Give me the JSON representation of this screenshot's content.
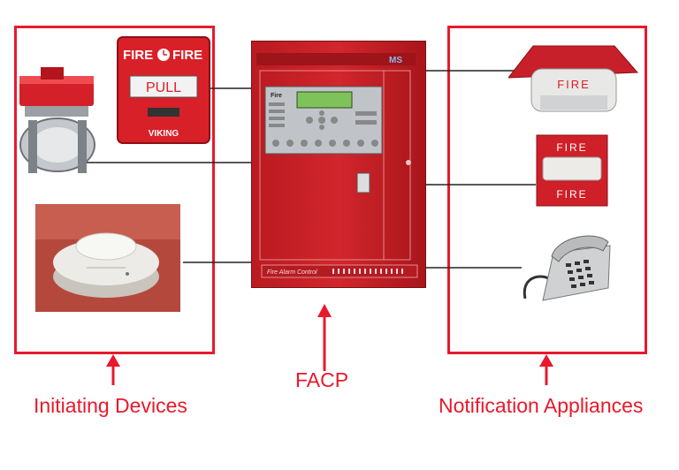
{
  "labels": {
    "initiating": "Initiating Devices",
    "facp": "FACP",
    "notification": "Notification Appliances"
  },
  "pull_station": {
    "fire_left": "FIRE",
    "fire_right": "FIRE",
    "pull": "PULL",
    "brand": "VIKING"
  },
  "horn_strobe": {
    "top_text": "FIRE",
    "bottom_text": "FIRE"
  },
  "ceiling_strobe": {
    "text": "FIRE"
  },
  "panel": {
    "caption": "Fire Alarm Control",
    "menu_label": "Fire",
    "model": "MS"
  },
  "colors": {
    "accent": "#e8192c",
    "panel_red": "#c81e24"
  }
}
